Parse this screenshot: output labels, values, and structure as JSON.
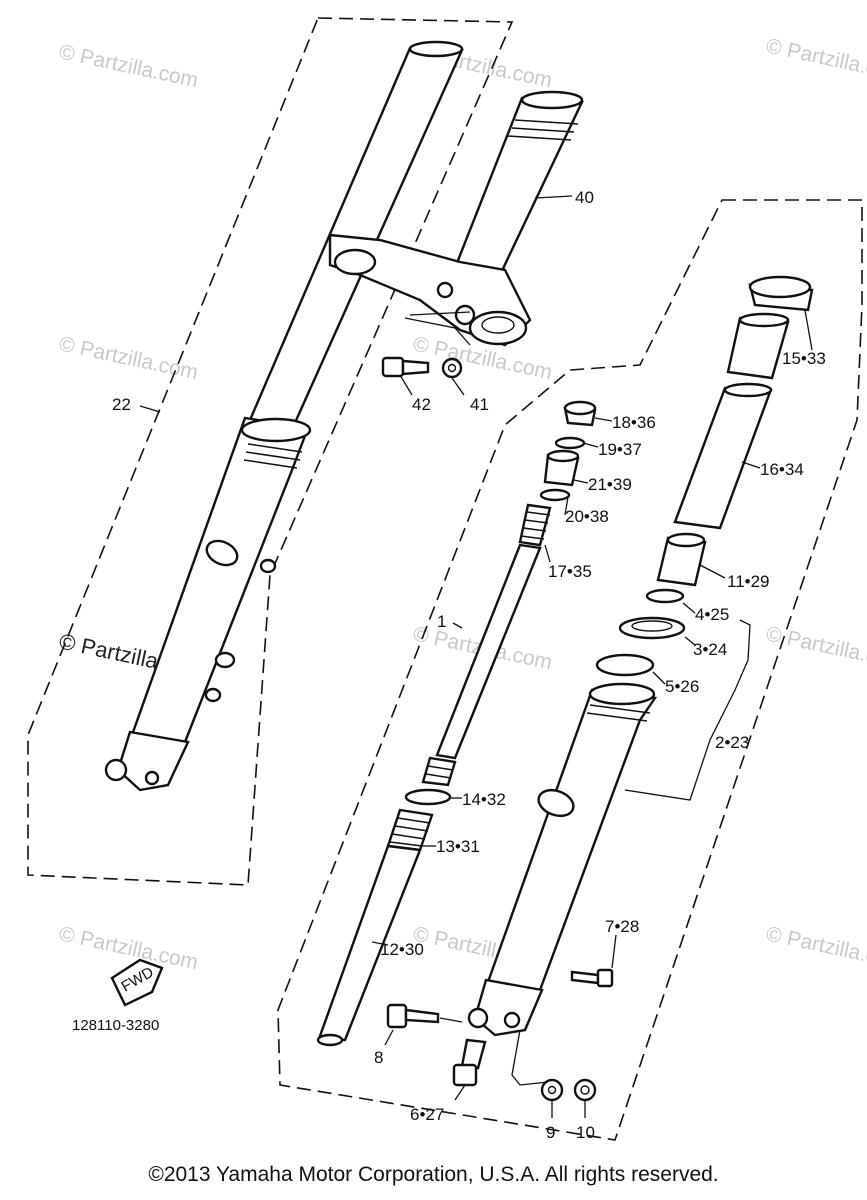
{
  "diagram_code": "128110-3280",
  "fwd_label": "FWD",
  "watermark": "© Partzilla.com",
  "copyright": "©2013  Yamaha Motor Corporation, U.S.A. All rights reserved.",
  "callouts": {
    "c1": "1",
    "c2_23": "2•23",
    "c3_24": "3•24",
    "c4_25": "4•25",
    "c5_26": "5•26",
    "c6_27": "6•27",
    "c7_28": "7•28",
    "c8": "8",
    "c9": "9",
    "c10": "10",
    "c11_29": "11•29",
    "c12_30": "12•30",
    "c13_31": "13•31",
    "c14_32": "14•32",
    "c15_33": "15•33",
    "c16_34": "16•34",
    "c17_35": "17•35",
    "c18_36": "18•36",
    "c19_37": "19•37",
    "c20_38": "20•38",
    "c21_39": "21•39",
    "c22": "22",
    "c40": "40",
    "c41": "41",
    "c42": "42"
  }
}
